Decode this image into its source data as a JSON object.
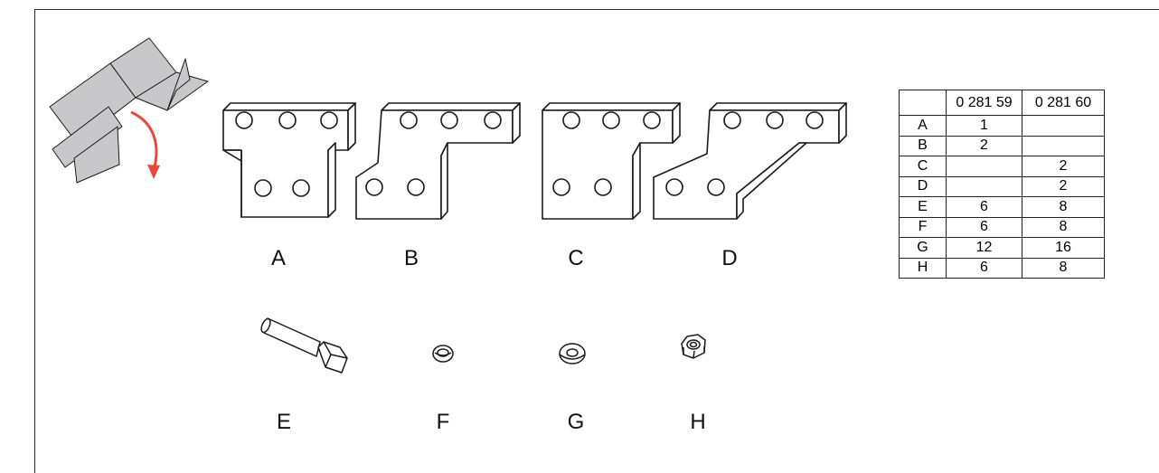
{
  "parts": [
    {
      "id": "A"
    },
    {
      "id": "B"
    },
    {
      "id": "C"
    },
    {
      "id": "D"
    },
    {
      "id": "E"
    },
    {
      "id": "F"
    },
    {
      "id": "G"
    },
    {
      "id": "H"
    }
  ],
  "icons": {
    "box": "open-box-icon",
    "arrow": "curved-arrow-icon",
    "plate_a": "t-plate-icon",
    "plate_b": "offset-plate-icon",
    "plate_c": "l-plate-icon",
    "plate_d": "angled-plate-icon",
    "bolt": "hex-bolt-icon",
    "spring_washer": "spring-washer-icon",
    "washer": "flat-washer-icon",
    "nut": "hex-nut-icon"
  },
  "colors": {
    "arrow": "#e8483c",
    "box_fill": "#c8c8ca",
    "line": "#1a1a1a"
  },
  "table": {
    "headers": [
      "",
      "0 281 59",
      "0 281 60"
    ],
    "rows": [
      [
        "A",
        "1",
        ""
      ],
      [
        "B",
        "2",
        ""
      ],
      [
        "C",
        "",
        "2"
      ],
      [
        "D",
        "",
        "2"
      ],
      [
        "E",
        "6",
        "8"
      ],
      [
        "F",
        "6",
        "8"
      ],
      [
        "G",
        "12",
        "16"
      ],
      [
        "H",
        "6",
        "8"
      ]
    ]
  }
}
